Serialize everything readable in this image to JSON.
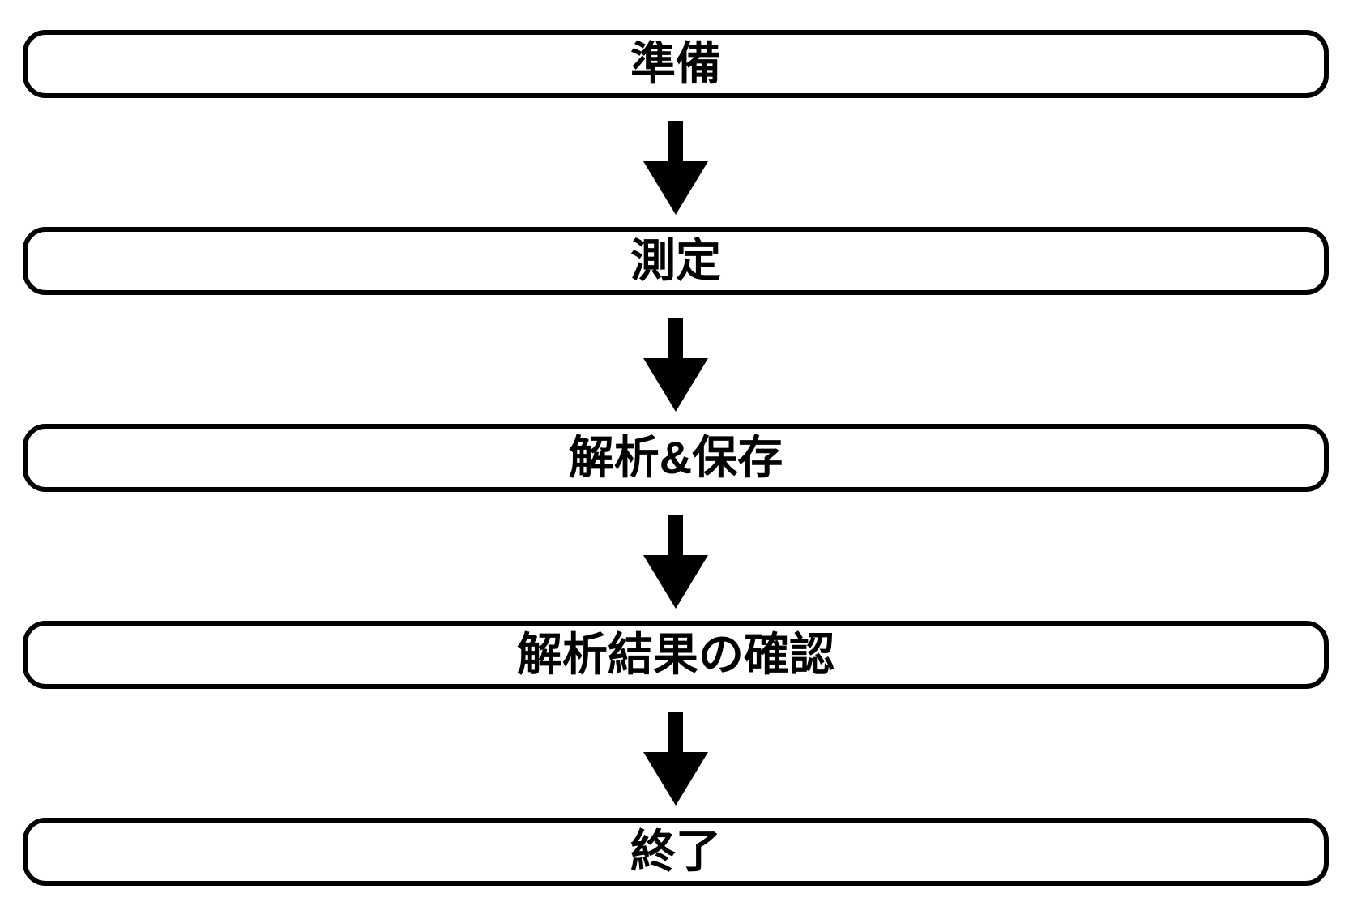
{
  "diagram": {
    "type": "flowchart",
    "direction": "top-down",
    "background": "#ffffff",
    "colors": {
      "background": "#ffffff",
      "box_border": "#000000",
      "box_fill": "#ffffff",
      "label_text": "#000000",
      "arrow": "#000000"
    },
    "steps": [
      {
        "id": "preparation",
        "label": "準備"
      },
      {
        "id": "measurement",
        "label": "測定"
      },
      {
        "id": "analysis-save",
        "label": "解析&保存"
      },
      {
        "id": "result-check",
        "label": "解析結果の確認"
      },
      {
        "id": "end",
        "label": "終了"
      }
    ],
    "connectors": [
      {
        "from": "preparation",
        "to": "measurement",
        "style": "solid-down-arrow"
      },
      {
        "from": "measurement",
        "to": "analysis-save",
        "style": "solid-down-arrow"
      },
      {
        "from": "analysis-save",
        "to": "result-check",
        "style": "solid-down-arrow"
      },
      {
        "from": "result-check",
        "to": "end",
        "style": "solid-down-arrow"
      }
    ]
  }
}
